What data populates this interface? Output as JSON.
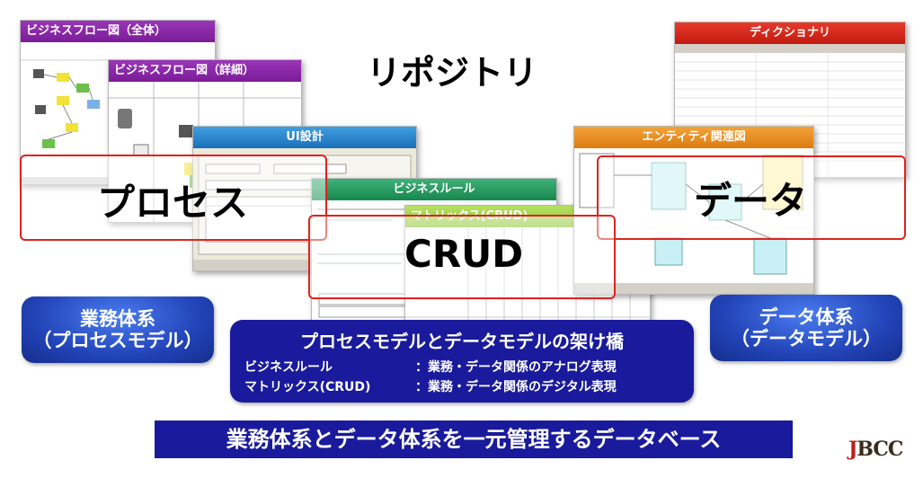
{
  "title": "リポジトリ",
  "windows": {
    "flow_all": {
      "title": "ビジネスフロー図（全体）"
    },
    "flow_detail": {
      "title": "ビジネスフロー図（詳細）"
    },
    "ui_design": {
      "title": "UI設計"
    },
    "business_rule": {
      "title": "ビジネスルール"
    },
    "matrix": {
      "title": "マトリックス(CRUD)"
    },
    "entity": {
      "title": "エンティティ関連図"
    },
    "dictionary": {
      "title": "ディクショナリ"
    }
  },
  "focus_labels": {
    "process": "プロセス",
    "crud": "CRUD",
    "data": "データ"
  },
  "left_pill": {
    "line1": "業務体系",
    "line2": "（プロセスモデル）"
  },
  "right_pill": {
    "line1": "データ体系",
    "line2": "（データモデル）"
  },
  "bridge": {
    "heading": "プロセスモデルとデータモデルの架け橋",
    "rows": [
      {
        "key": "ビジネスルール",
        "value": "：業務・データ関係のアナログ表現"
      },
      {
        "key": "マトリックス(CRUD)",
        "value": "：業務・データ関係のデジタル表現"
      }
    ]
  },
  "banner": "業務体系とデータ体系を一元管理するデータベース",
  "logo": {
    "j": "J",
    "rest": "BCC"
  },
  "colors": {
    "navy": "#1a1a9c",
    "focus_red": "#e0221c",
    "pill_blue": "#2244b8"
  }
}
